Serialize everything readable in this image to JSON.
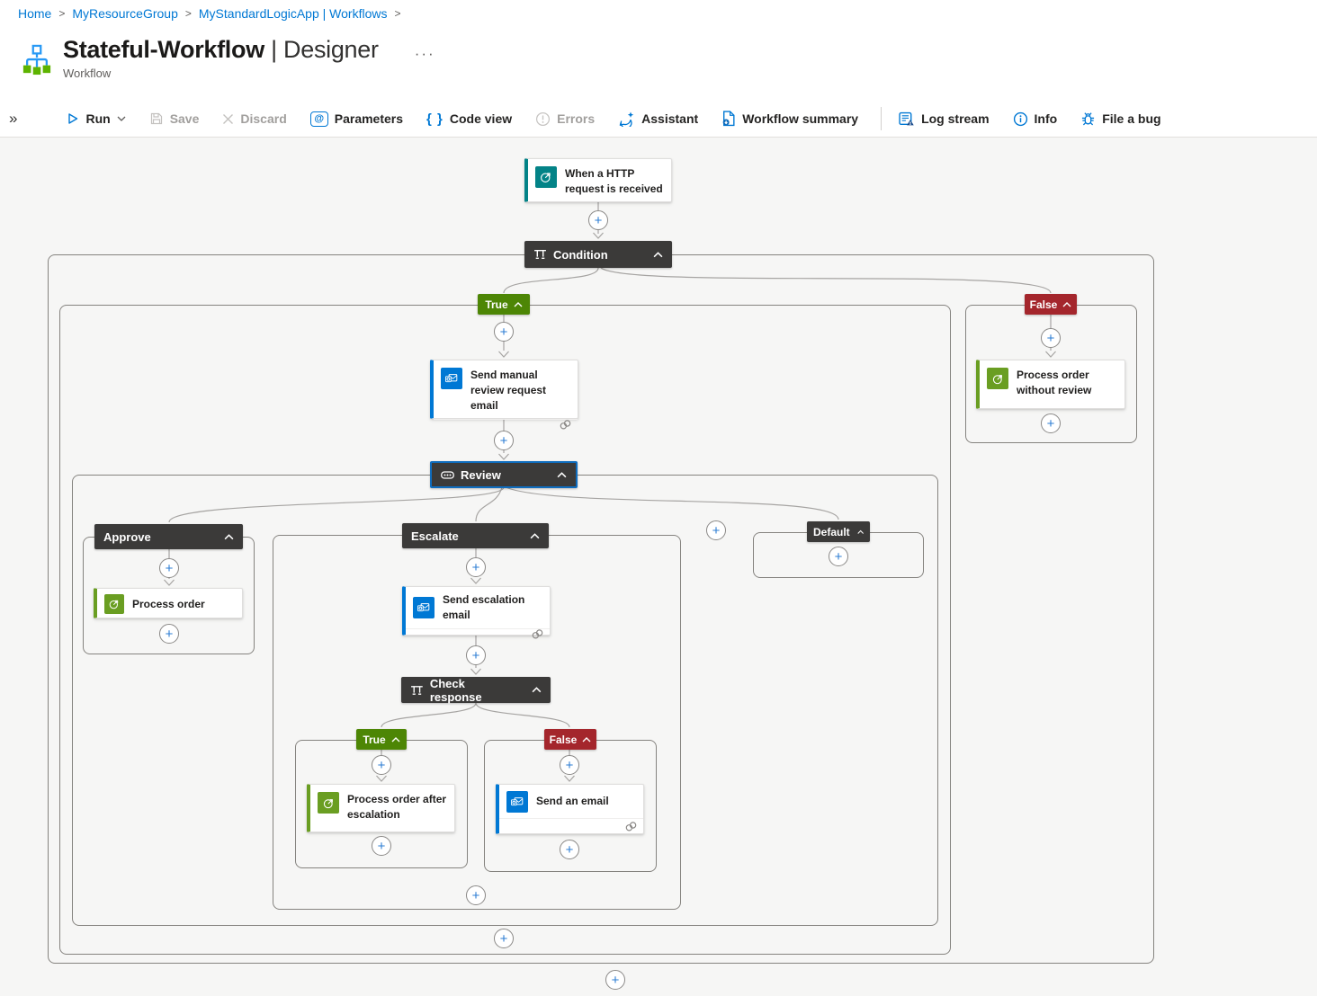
{
  "breadcrumb": {
    "separator": ">",
    "items": [
      "Home",
      "MyResourceGroup",
      "MyStandardLogicApp | Workflows"
    ]
  },
  "header": {
    "title": "Stateful-Workflow",
    "designer_suffix": "| Designer",
    "more": "···",
    "type_label": "Workflow"
  },
  "toolbar": {
    "expand": "»",
    "run": "Run",
    "save": "Save",
    "discard": "Discard",
    "parameters": "Parameters",
    "code_view": "Code view",
    "errors": "Errors",
    "assistant": "Assistant",
    "workflow_summary": "Workflow summary",
    "log_stream": "Log stream",
    "info": "Info",
    "file_a_bug": "File a bug"
  },
  "icons": {
    "plus": "+",
    "at": "@",
    "code": "{ }"
  },
  "diagram": {
    "trigger": {
      "label": "When a HTTP request is received"
    },
    "condition": {
      "label": "Condition",
      "true_label": "True",
      "false_label": "False"
    },
    "true_branch": {
      "send_manual_review": "Send manual review request email",
      "review": {
        "label": "Review",
        "cases": {
          "approve": "Approve",
          "escalate": "Escalate",
          "default": "Default"
        }
      },
      "process_order": "Process order",
      "send_escalation_email": "Send escalation email",
      "check_response": {
        "label": "Check response",
        "true_label": "True",
        "false_label": "False"
      },
      "process_order_after_escalation": "Process order after escalation",
      "send_an_email": "Send an email"
    },
    "false_branch": {
      "process_order_without_review": "Process order without review"
    }
  },
  "colors": {
    "accent_blue": "#0078d4",
    "trigger_teal": "#038387",
    "action_green": "#6a9e22",
    "branch_true_green": "#4d8605",
    "branch_false_red": "#a4262c",
    "node_dark": "#3b3a39"
  }
}
